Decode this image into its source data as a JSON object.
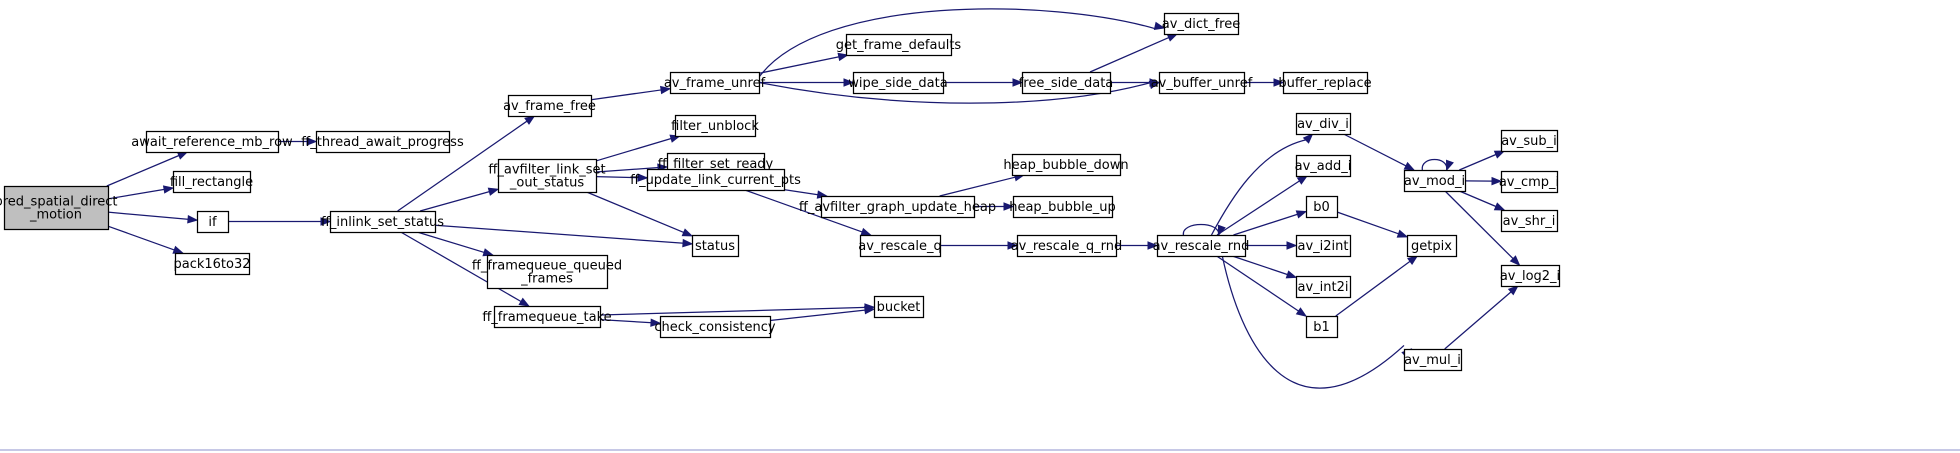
{
  "diagram": {
    "title": "",
    "nodes": [
      {
        "id": "root",
        "lines": [
          "pred_spatial_direct",
          "_motion"
        ],
        "root": true
      },
      {
        "id": "await_ref",
        "lines": [
          "await_reference_mb_row"
        ]
      },
      {
        "id": "fill_rect",
        "lines": [
          "fill_rectangle"
        ]
      },
      {
        "id": "if",
        "lines": [
          "if"
        ]
      },
      {
        "id": "pack",
        "lines": [
          "pack16to32"
        ]
      },
      {
        "id": "thread_await",
        "lines": [
          "ff_thread_await_progress"
        ]
      },
      {
        "id": "inlink",
        "lines": [
          "ff_inlink_set_status"
        ]
      },
      {
        "id": "frame_free",
        "lines": [
          "av_frame_free"
        ]
      },
      {
        "id": "link_set",
        "lines": [
          "ff_avfilter_link_set",
          "_out_status"
        ]
      },
      {
        "id": "fq_queued",
        "lines": [
          "ff_framequeue_queued",
          "_frames"
        ]
      },
      {
        "id": "fq_take",
        "lines": [
          "ff_framequeue_take"
        ]
      },
      {
        "id": "frame_unref",
        "lines": [
          "av_frame_unref"
        ]
      },
      {
        "id": "filter_unblock",
        "lines": [
          "filter_unblock"
        ]
      },
      {
        "id": "filter_ready",
        "lines": [
          "ff_filter_set_ready"
        ]
      },
      {
        "id": "update_pts",
        "lines": [
          "ff_update_link_current_pts"
        ]
      },
      {
        "id": "status",
        "lines": [
          "status"
        ]
      },
      {
        "id": "check",
        "lines": [
          "check_consistency"
        ]
      },
      {
        "id": "bucket",
        "lines": [
          "bucket"
        ]
      },
      {
        "id": "get_defaults",
        "lines": [
          "get_frame_defaults"
        ]
      },
      {
        "id": "wipe",
        "lines": [
          "wipe_side_data"
        ]
      },
      {
        "id": "free_side",
        "lines": [
          "free_side_data"
        ]
      },
      {
        "id": "dict_free",
        "lines": [
          "av_dict_free"
        ]
      },
      {
        "id": "buffer_unref",
        "lines": [
          "av_buffer_unref"
        ]
      },
      {
        "id": "buffer_replace",
        "lines": [
          "buffer_replace"
        ]
      },
      {
        "id": "graph_heap",
        "lines": [
          "ff_avfilter_graph_update_heap"
        ]
      },
      {
        "id": "heap_down",
        "lines": [
          "heap_bubble_down"
        ]
      },
      {
        "id": "heap_up",
        "lines": [
          "heap_bubble_up"
        ]
      },
      {
        "id": "rescale_q",
        "lines": [
          "av_rescale_q"
        ]
      },
      {
        "id": "rescale_q_rnd",
        "lines": [
          "av_rescale_q_rnd"
        ]
      },
      {
        "id": "rescale_rnd",
        "lines": [
          "av_rescale_rnd"
        ]
      },
      {
        "id": "div_i",
        "lines": [
          "av_div_i"
        ]
      },
      {
        "id": "add_i",
        "lines": [
          "av_add_i"
        ]
      },
      {
        "id": "b0",
        "lines": [
          "b0"
        ]
      },
      {
        "id": "i2int",
        "lines": [
          "av_i2int"
        ]
      },
      {
        "id": "int2i",
        "lines": [
          "av_int2i"
        ]
      },
      {
        "id": "b1",
        "lines": [
          "b1"
        ]
      },
      {
        "id": "mod_i",
        "lines": [
          "av_mod_i"
        ]
      },
      {
        "id": "getpix",
        "lines": [
          "getpix"
        ]
      },
      {
        "id": "mul_i",
        "lines": [
          "av_mul_i"
        ]
      },
      {
        "id": "sub_i",
        "lines": [
          "av_sub_i"
        ]
      },
      {
        "id": "cmp_i",
        "lines": [
          "av_cmp_i"
        ]
      },
      {
        "id": "shr_i",
        "lines": [
          "av_shr_i"
        ]
      },
      {
        "id": "log2_i",
        "lines": [
          "av_log2_i"
        ]
      }
    ],
    "edges": [
      [
        "root",
        "await_ref"
      ],
      [
        "root",
        "fill_rect"
      ],
      [
        "root",
        "if"
      ],
      [
        "root",
        "pack"
      ],
      [
        "await_ref",
        "thread_await"
      ],
      [
        "if",
        "inlink"
      ],
      [
        "inlink",
        "frame_free"
      ],
      [
        "inlink",
        "link_set"
      ],
      [
        "inlink",
        "status"
      ],
      [
        "inlink",
        "fq_queued"
      ],
      [
        "inlink",
        "fq_take"
      ],
      [
        "frame_free",
        "frame_unref"
      ],
      [
        "frame_unref",
        "dict_free"
      ],
      [
        "frame_unref",
        "get_defaults"
      ],
      [
        "frame_unref",
        "wipe"
      ],
      [
        "frame_unref",
        "buffer_unref"
      ],
      [
        "wipe",
        "free_side"
      ],
      [
        "free_side",
        "dict_free"
      ],
      [
        "free_side",
        "buffer_unref"
      ],
      [
        "buffer_unref",
        "buffer_replace"
      ],
      [
        "link_set",
        "filter_unblock"
      ],
      [
        "link_set",
        "filter_ready"
      ],
      [
        "link_set",
        "update_pts"
      ],
      [
        "link_set",
        "status"
      ],
      [
        "update_pts",
        "graph_heap"
      ],
      [
        "update_pts",
        "rescale_q"
      ],
      [
        "graph_heap",
        "heap_down"
      ],
      [
        "graph_heap",
        "heap_up"
      ],
      [
        "rescale_q",
        "rescale_q_rnd"
      ],
      [
        "rescale_q_rnd",
        "rescale_rnd"
      ],
      [
        "rescale_rnd",
        "rescale_rnd"
      ],
      [
        "rescale_rnd",
        "div_i"
      ],
      [
        "rescale_rnd",
        "add_i"
      ],
      [
        "rescale_rnd",
        "b0"
      ],
      [
        "rescale_rnd",
        "i2int"
      ],
      [
        "rescale_rnd",
        "int2i"
      ],
      [
        "rescale_rnd",
        "b1"
      ],
      [
        "rescale_rnd",
        "mul_i"
      ],
      [
        "div_i",
        "mod_i"
      ],
      [
        "mod_i",
        "mod_i"
      ],
      [
        "mod_i",
        "sub_i"
      ],
      [
        "mod_i",
        "cmp_i"
      ],
      [
        "mod_i",
        "shr_i"
      ],
      [
        "mod_i",
        "log2_i"
      ],
      [
        "b0",
        "getpix"
      ],
      [
        "b1",
        "getpix"
      ],
      [
        "mul_i",
        "log2_i"
      ],
      [
        "fq_take",
        "bucket"
      ],
      [
        "fq_take",
        "check"
      ],
      [
        "check",
        "bucket"
      ]
    ]
  }
}
